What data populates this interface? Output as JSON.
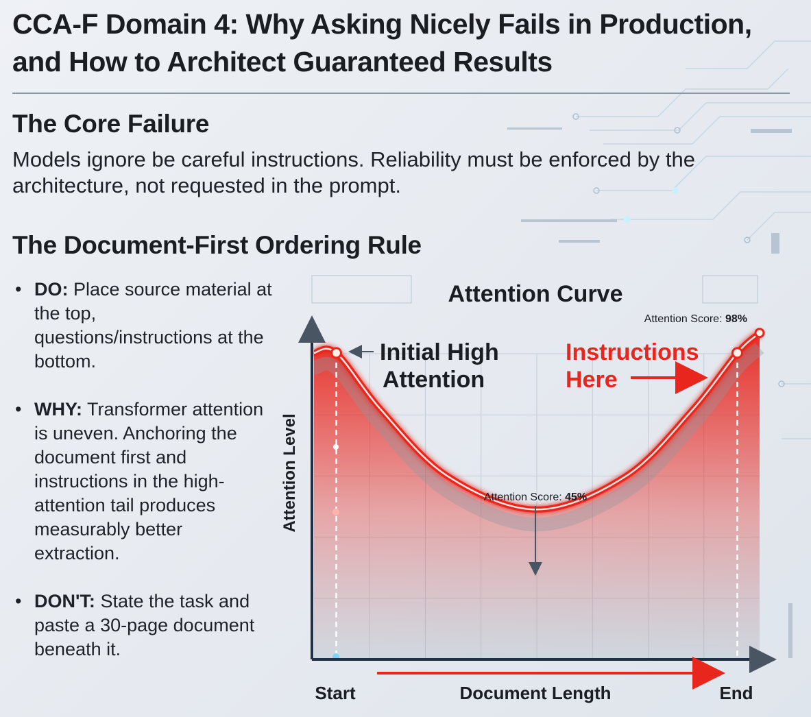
{
  "title": "CCA-F Domain 4: Why Asking Nicely Fails in Production, and How to Architect Guaranteed Results",
  "core_failure": {
    "heading": "The Core Failure",
    "body": "Models ignore be careful instructions. Reliability must be enforced by the architecture, not requested in the prompt."
  },
  "ordering_rule": {
    "heading": "The Document-First Ordering Rule",
    "bullets": [
      {
        "label": "DO:",
        "text": "Place source material at the top, questions/instructions at the bottom."
      },
      {
        "label": "WHY:",
        "text": "Transformer attention is uneven. Anchoring the document first and instructions in the high-attention tail produces measurably better extraction."
      },
      {
        "label": "DON'T:",
        "text": "State the task and paste a 30-page document beneath it."
      }
    ]
  },
  "chart_data": {
    "type": "line",
    "title": "Attention Curve",
    "xlabel": "Document Length",
    "ylabel": "Attention Level",
    "x_tick_labels": [
      "Start",
      "End"
    ],
    "series": [
      {
        "x": [
          0,
          0.05,
          0.15,
          0.3,
          0.5,
          0.7,
          0.85,
          0.95,
          1.0
        ],
        "y": [
          92,
          92,
          75,
          55,
          45,
          55,
          75,
          92,
          98
        ]
      }
    ],
    "annotations": {
      "start_label": "Initial High Attention",
      "end_label": "Instructions Here",
      "peak_label": "Attention Score:",
      "peak_value": "98%",
      "min_label": "Attention Score:",
      "min_value": "45%"
    },
    "colors": {
      "curve": "#e8261e",
      "axis": "#1f3147",
      "accent_blue": "#2ea6e6"
    }
  }
}
